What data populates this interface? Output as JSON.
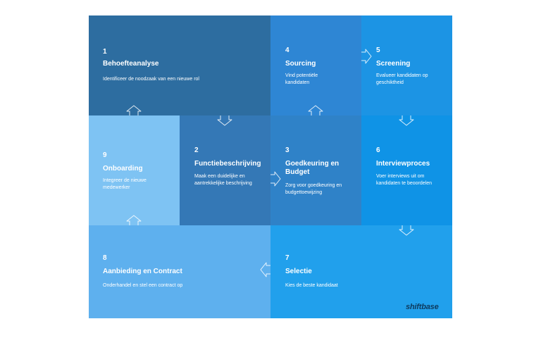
{
  "colors": {
    "dark": "#2d6da0",
    "mid": "#3a8fd6",
    "bright": "#1c94e4",
    "light": "#7ec3f3",
    "soft": "#5eb0ee",
    "connector": "#ffffff",
    "logo": "#0d3a5e"
  },
  "steps": [
    {
      "num": "1",
      "title": "Behoefteanalyse",
      "desc": "Identificeer de noodzaak van een nieuwe rol"
    },
    {
      "num": "2",
      "title": "Functiebeschrijving",
      "desc": "Maak een duidelijke en aantrekkelijke beschrijving"
    },
    {
      "num": "3",
      "title": "Goedkeuring en Budget",
      "desc": "Zorg voor goedkeuring en budgettoewijzing"
    },
    {
      "num": "4",
      "title": "Sourcing",
      "desc": "Vind potentiële kandidaten"
    },
    {
      "num": "5",
      "title": "Screening",
      "desc": "Evalueer kandidaten op geschiktheid"
    },
    {
      "num": "6",
      "title": "Interviewproces",
      "desc": "Voer interviews uit om kandidaten te beoordelen"
    },
    {
      "num": "7",
      "title": "Selectie",
      "desc": "Kies de beste kandidaat"
    },
    {
      "num": "8",
      "title": "Aanbieding en Contract",
      "desc": "Onderhandel en stel een contract op"
    },
    {
      "num": "9",
      "title": "Onboarding",
      "desc": "Integreer de nieuwe medewerker"
    }
  ],
  "logo": "shiftbase"
}
